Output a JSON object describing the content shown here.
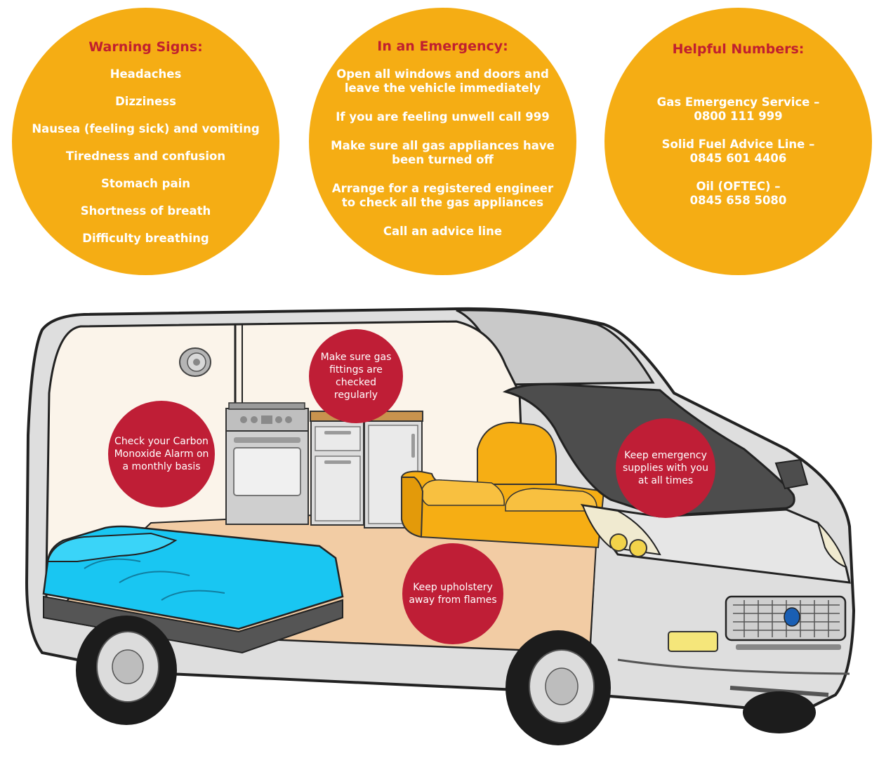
{
  "warning_signs": {
    "title": "Warning Signs:",
    "items": [
      "Headaches",
      "Dizziness",
      "Nausea (feeling sick) and vomiting",
      "Tiredness and confusion",
      "Stomach pain",
      "Shortness of breath",
      "Difficulty breathing"
    ]
  },
  "emergency": {
    "title": "In an Emergency:",
    "items": [
      "Open all windows and doors and leave the vehicle immediately",
      "If you are feeling unwell call 999",
      "Make sure all gas appliances have been turned off",
      "Arrange for a registered engineer to check all the gas appliances",
      "Call an advice line"
    ]
  },
  "helpful_numbers": {
    "title": "Helpful Numbers:",
    "items": [
      "Gas Emergency Service –\n0800 111 999",
      "Solid Fuel Advice Line –\n0845 601 4406",
      "Oil (OFTEC) –\n0845 658 5080"
    ]
  },
  "tips": {
    "alarm": "Check your Carbon Monoxide Alarm on a monthly basis",
    "gas": "Make sure gas fittings are checked regularly",
    "supplies": "Keep emergency supplies with you at all times",
    "upholstery": "Keep upholstery away from flames"
  },
  "colors": {
    "circle_orange": "#f5ad14",
    "title_red": "#c0202f",
    "tip_red": "#bf1e36",
    "mattress_blue": "#19c6f2",
    "sofa_orange": "#f6ae14"
  }
}
